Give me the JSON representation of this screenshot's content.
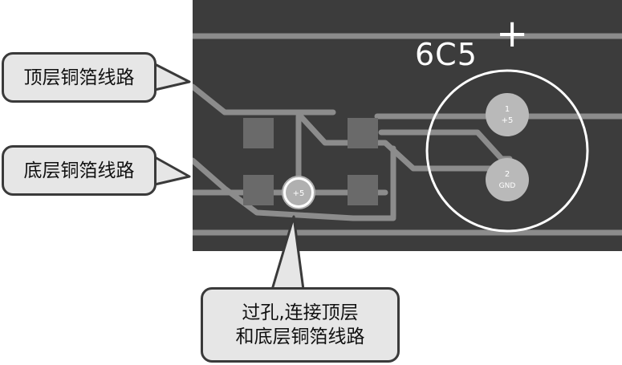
{
  "callouts": {
    "top_layer": "顶层铜箔线路",
    "bottom_layer": "底层铜箔线路",
    "via_line1": "过孔,连接顶层",
    "via_line2": "和底层铜箔线路"
  },
  "component": {
    "designator": "6C5",
    "polarity": "+",
    "pad1_number": "1",
    "pad1_net": "+5",
    "pad2_number": "2",
    "pad2_net": "GND"
  },
  "via": {
    "net": "+5"
  },
  "colors": {
    "board": "#3c3c3c",
    "trace": "#8c8c8c",
    "pad": "#6a6a6a",
    "component_pad": "#b9b9b9",
    "silkscreen": "#ffffff",
    "callout_fill": "#e6e6e6",
    "callout_border": "#3a3a3a"
  }
}
